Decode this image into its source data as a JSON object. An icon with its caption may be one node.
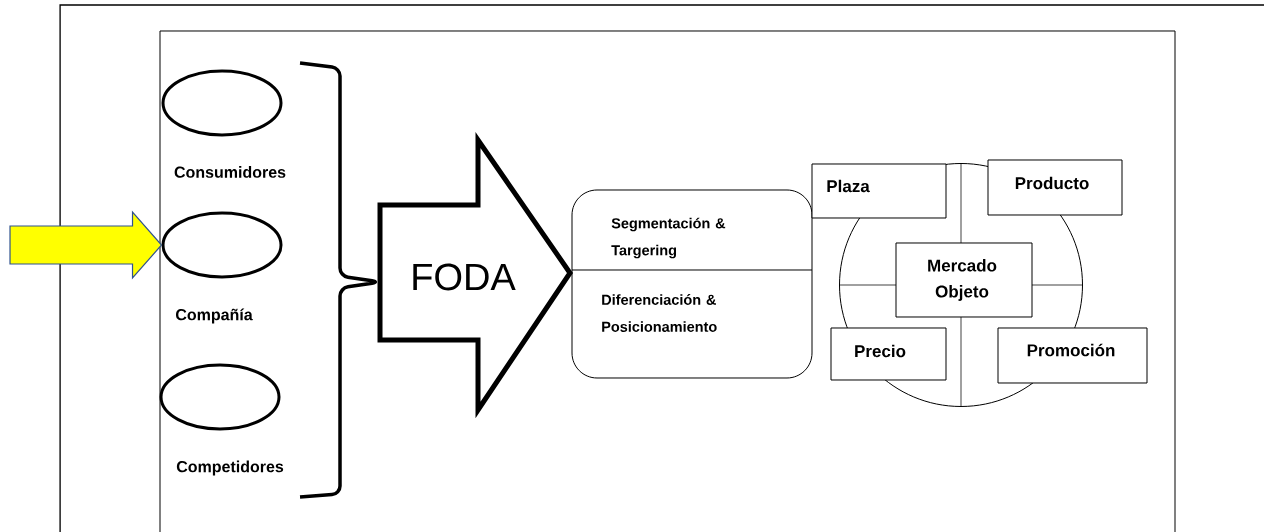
{
  "diagram": {
    "nodes": [
      {
        "text": [],
        "shape": "ellipse",
        "beside": [
          "Consumidores"
        ]
      },
      {
        "text": [],
        "shape": "ellipse",
        "beside": [
          "Compañía"
        ]
      },
      {
        "text": [],
        "shape": "ellipse",
        "beside": [
          "Competidores"
        ]
      },
      {
        "text": [
          "FODA"
        ]
      },
      {
        "text": [
          "Segmentación & Targering",
          "Diferenciación & Posicionamiento"
        ]
      },
      {
        "text": [],
        "shape": "circle"
      },
      {
        "text": [
          "Plaza"
        ]
      },
      {
        "text": [
          "Producto"
        ]
      },
      {
        "text": [
          "Mercado Objeto"
        ],
        "in": 5
      },
      {
        "text": [
          "Precio"
        ]
      },
      {
        "text": [
          "Promoción"
        ]
      }
    ],
    "edges": [
      {
        "from": null,
        "to": 1,
        "arrow": "to",
        "color": "#ffff00"
      }
    ]
  }
}
